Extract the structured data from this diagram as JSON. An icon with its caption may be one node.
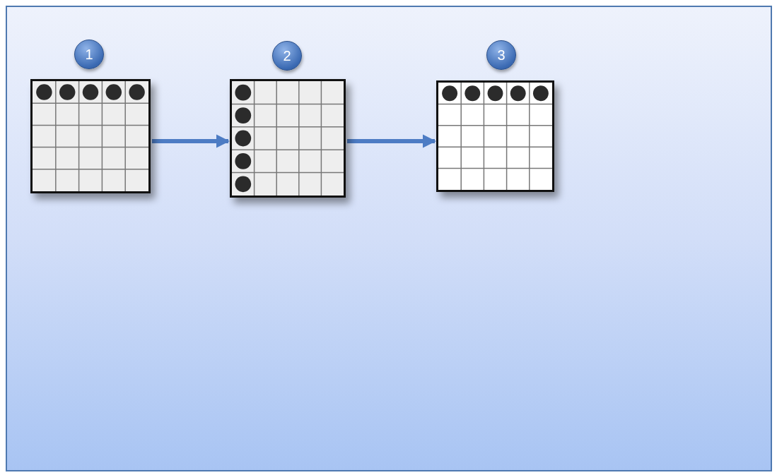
{
  "diagram": {
    "nodes": [
      {
        "text": [
          "1"
        ]
      },
      {
        "text": [],
        "shape": "picture"
      },
      {
        "text": [
          "2"
        ]
      },
      {
        "text": [],
        "shape": "picture"
      },
      {
        "text": [
          "3"
        ]
      },
      {
        "text": [],
        "shape": "picture"
      }
    ],
    "edges": [
      {
        "from": 1,
        "to": 3,
        "arrow": "to"
      },
      {
        "from": 3,
        "to": 5,
        "arrow": "to"
      }
    ]
  }
}
